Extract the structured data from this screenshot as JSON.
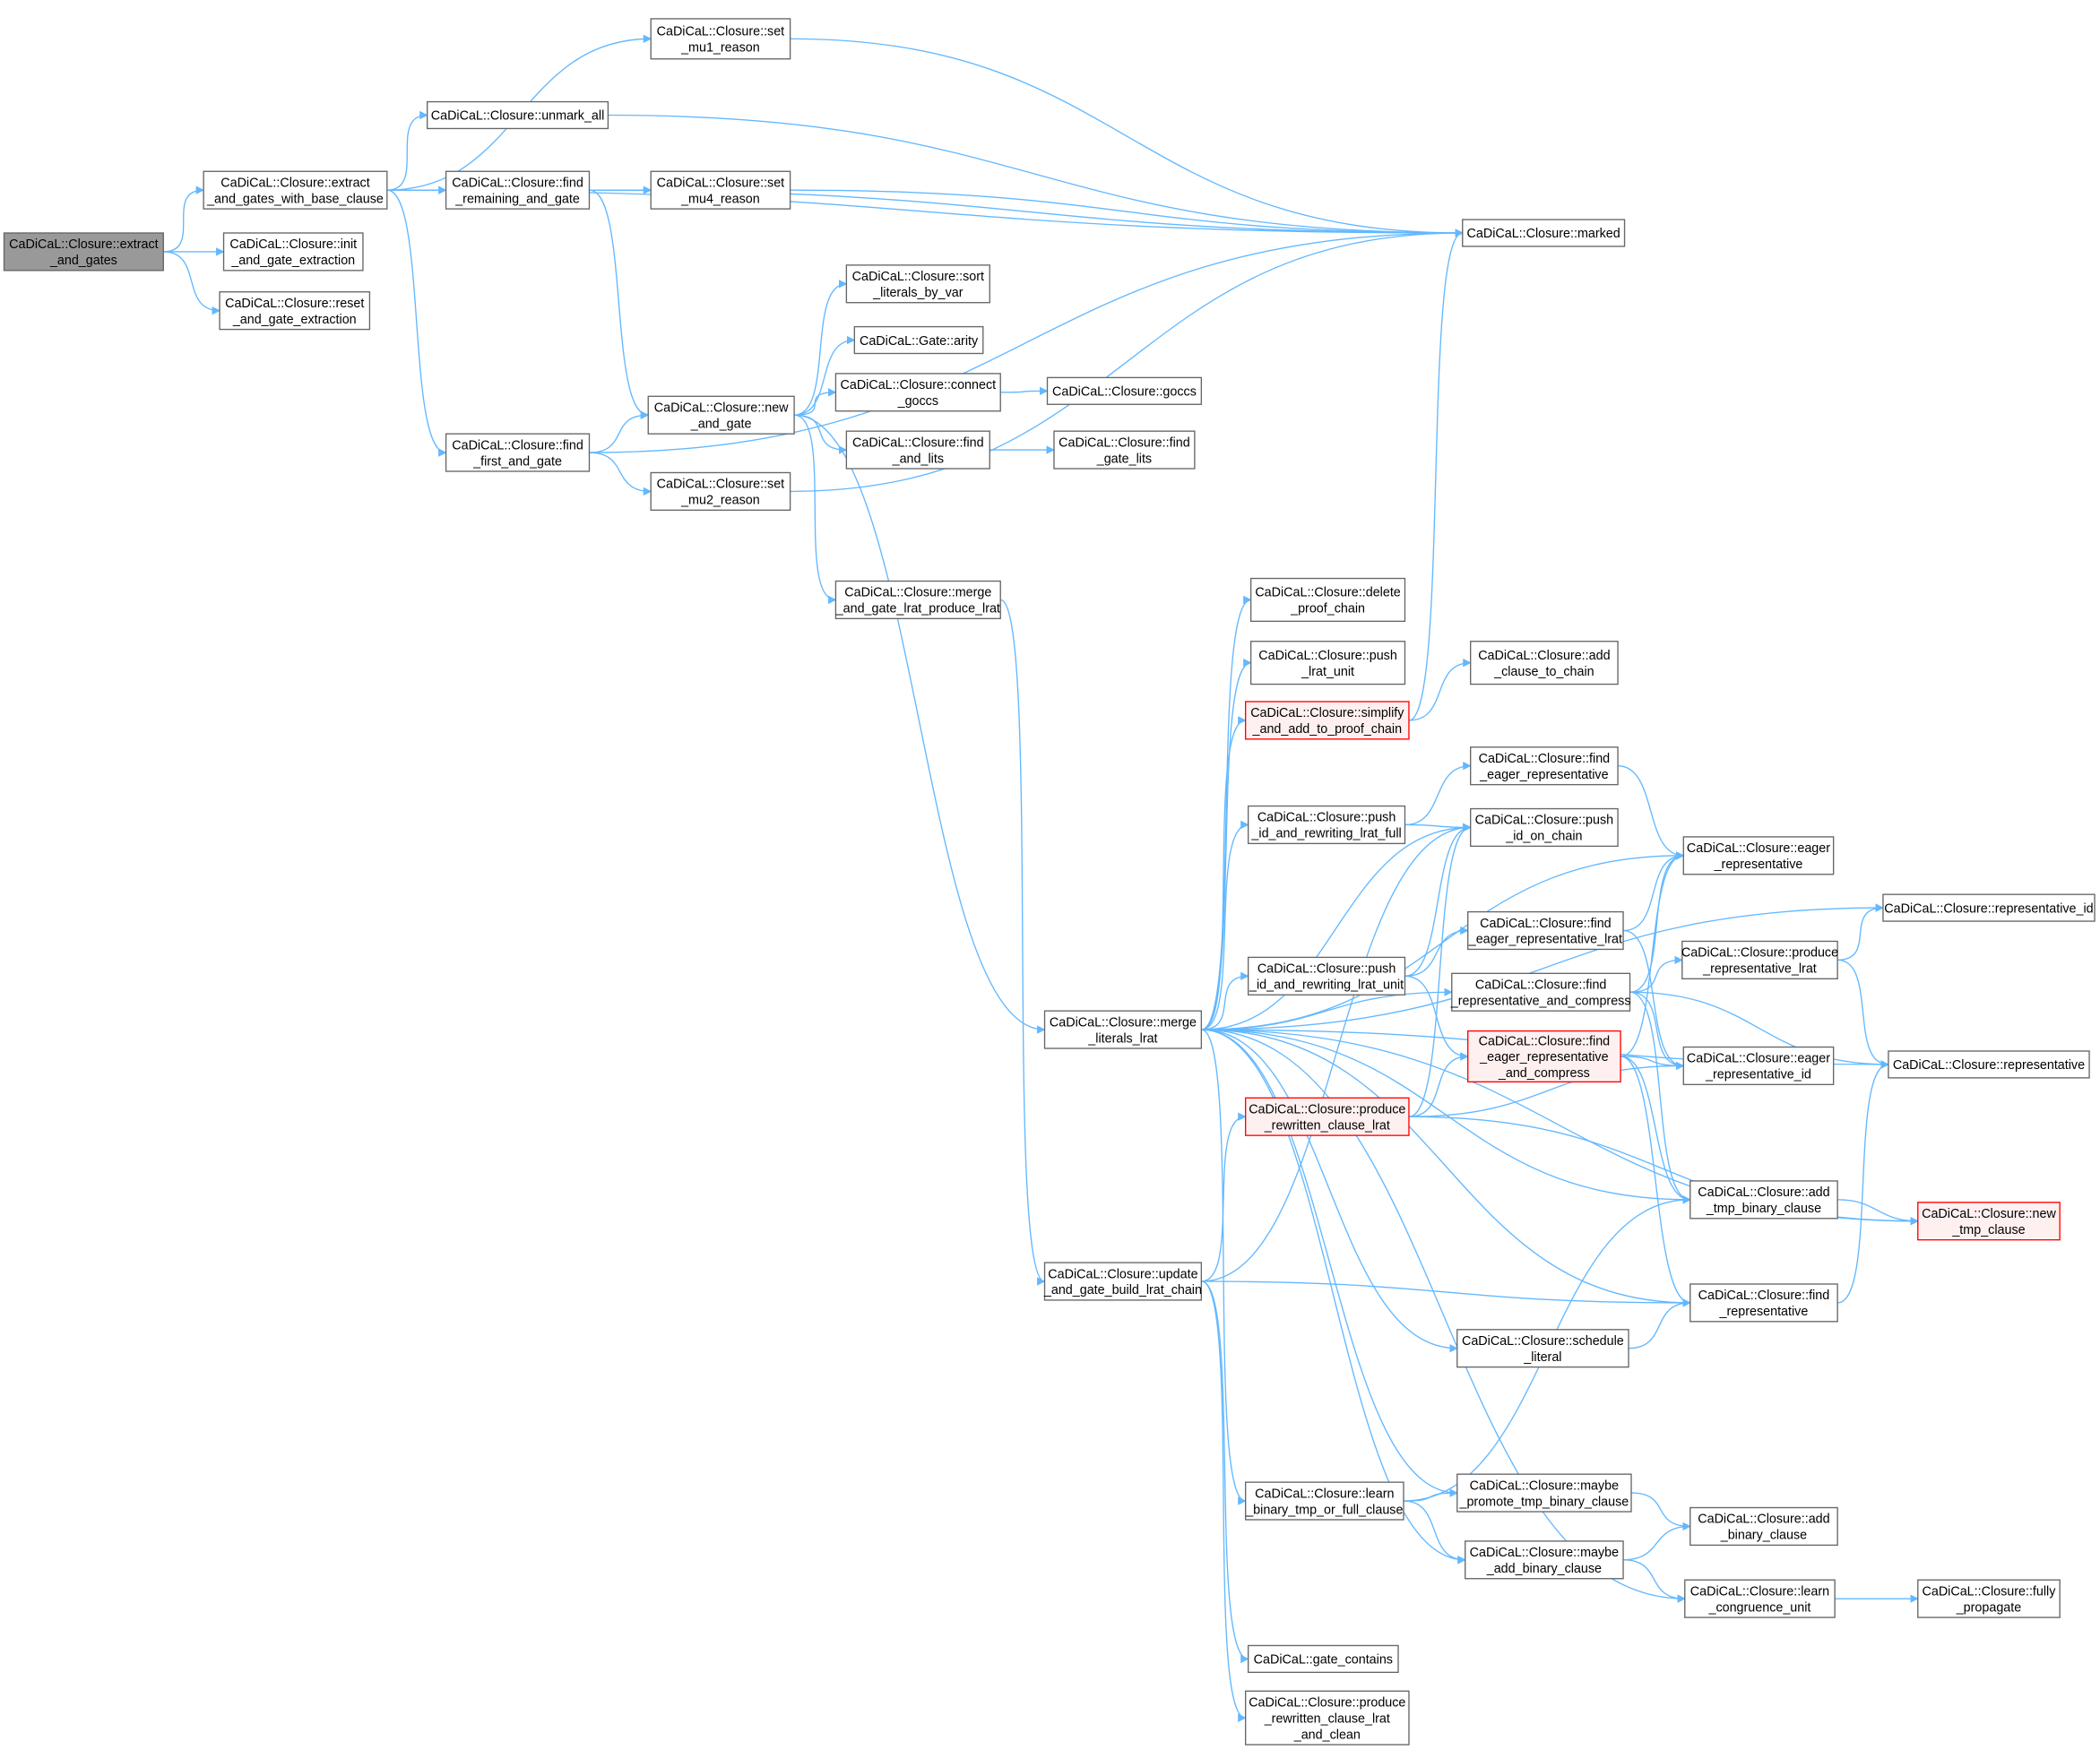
{
  "title": "Call graph of CaDiCaL::Closure::extract_and_gates",
  "colors": {
    "edge": "#63b8ff",
    "root_fill": "#999999",
    "highlight_border": "#ff0000",
    "highlight_fill": "#fff0f0",
    "node_border": "#666666"
  },
  "nodes": [
    {
      "id": "n1",
      "lines": [
        "CaDiCaL::Closure::extract",
        "_and_gates"
      ],
      "style": "root"
    },
    {
      "id": "n2",
      "lines": [
        "CaDiCaL::Closure::extract",
        "_and_gates_with_base_clause"
      ]
    },
    {
      "id": "n3",
      "lines": [
        "CaDiCaL::Closure::init",
        "_and_gate_extraction"
      ]
    },
    {
      "id": "n4",
      "lines": [
        "CaDiCaL::Closure::reset",
        "_and_gate_extraction"
      ]
    },
    {
      "id": "n5",
      "lines": [
        "CaDiCaL::Closure::set",
        "_mu1_reason"
      ]
    },
    {
      "id": "n6",
      "lines": [
        "CaDiCaL::Closure::unmark_all"
      ]
    },
    {
      "id": "n7",
      "lines": [
        "CaDiCaL::Closure::find",
        "_remaining_and_gate"
      ]
    },
    {
      "id": "n8",
      "lines": [
        "CaDiCaL::Closure::set",
        "_mu4_reason"
      ]
    },
    {
      "id": "n9",
      "lines": [
        "CaDiCaL::Closure::marked"
      ]
    },
    {
      "id": "n10",
      "lines": [
        "CaDiCaL::Closure::sort",
        "_literals_by_var"
      ]
    },
    {
      "id": "n11",
      "lines": [
        "CaDiCaL::Gate::arity"
      ]
    },
    {
      "id": "n12",
      "lines": [
        "CaDiCaL::Closure::connect",
        "_goccs"
      ]
    },
    {
      "id": "n13",
      "lines": [
        "CaDiCaL::Closure::goccs"
      ]
    },
    {
      "id": "n14",
      "lines": [
        "CaDiCaL::Closure::new",
        "_and_gate"
      ]
    },
    {
      "id": "n15",
      "lines": [
        "CaDiCaL::Closure::find",
        "_and_lits"
      ]
    },
    {
      "id": "n16",
      "lines": [
        "CaDiCaL::Closure::find",
        "_gate_lits"
      ]
    },
    {
      "id": "n17",
      "lines": [
        "CaDiCaL::Closure::find",
        "_first_and_gate"
      ]
    },
    {
      "id": "n18",
      "lines": [
        "CaDiCaL::Closure::set",
        "_mu2_reason"
      ]
    },
    {
      "id": "n19",
      "lines": [
        "CaDiCaL::Closure::merge",
        "_and_gate_lrat_produce_lrat"
      ]
    },
    {
      "id": "n20",
      "lines": [
        "CaDiCaL::Closure::delete",
        "_proof_chain"
      ]
    },
    {
      "id": "n21",
      "lines": [
        "CaDiCaL::Closure::push",
        "_lrat_unit"
      ]
    },
    {
      "id": "n22",
      "lines": [
        "CaDiCaL::Closure::add",
        "_clause_to_chain"
      ]
    },
    {
      "id": "n23",
      "lines": [
        "CaDiCaL::Closure::simplify",
        "_and_add_to_proof_chain"
      ],
      "style": "red"
    },
    {
      "id": "n24",
      "lines": [
        "CaDiCaL::Closure::find",
        "_eager_representative"
      ]
    },
    {
      "id": "n25",
      "lines": [
        "CaDiCaL::Closure::push",
        "_id_and_rewriting_lrat_full"
      ]
    },
    {
      "id": "n26",
      "lines": [
        "CaDiCaL::Closure::push",
        "_id_on_chain"
      ]
    },
    {
      "id": "n27",
      "lines": [
        "CaDiCaL::Closure::eager",
        "_representative"
      ]
    },
    {
      "id": "n28",
      "lines": [
        "CaDiCaL::Closure::representative_id"
      ]
    },
    {
      "id": "n29",
      "lines": [
        "CaDiCaL::Closure::find",
        "_eager_representative_lrat"
      ]
    },
    {
      "id": "n30",
      "lines": [
        "CaDiCaL::Closure::push",
        "_id_and_rewriting_lrat_unit"
      ]
    },
    {
      "id": "n31",
      "lines": [
        "CaDiCaL::Closure::produce",
        "_representative_lrat"
      ]
    },
    {
      "id": "n32",
      "lines": [
        "CaDiCaL::Closure::find",
        "_representative_and_compress"
      ]
    },
    {
      "id": "n33",
      "lines": [
        "CaDiCaL::Closure::merge",
        "_literals_lrat"
      ]
    },
    {
      "id": "n34",
      "lines": [
        "CaDiCaL::Closure::find",
        "_eager_representative",
        "_and_compress"
      ],
      "style": "red"
    },
    {
      "id": "n35",
      "lines": [
        "CaDiCaL::Closure::eager",
        "_representative_id"
      ]
    },
    {
      "id": "n36",
      "lines": [
        "CaDiCaL::Closure::representative"
      ]
    },
    {
      "id": "n37",
      "lines": [
        "CaDiCaL::Closure::produce",
        "_rewritten_clause_lrat"
      ],
      "style": "red"
    },
    {
      "id": "n38",
      "lines": [
        "CaDiCaL::Closure::add",
        "_tmp_binary_clause"
      ]
    },
    {
      "id": "n39",
      "lines": [
        "CaDiCaL::Closure::new",
        "_tmp_clause"
      ],
      "style": "red"
    },
    {
      "id": "n40",
      "lines": [
        "CaDiCaL::Closure::update",
        "_and_gate_build_lrat_chain"
      ]
    },
    {
      "id": "n41",
      "lines": [
        "CaDiCaL::Closure::find",
        "_representative"
      ]
    },
    {
      "id": "n42",
      "lines": [
        "CaDiCaL::Closure::schedule",
        "_literal"
      ]
    },
    {
      "id": "n43",
      "lines": [
        "CaDiCaL::Closure::learn",
        "_binary_tmp_or_full_clause"
      ]
    },
    {
      "id": "n44",
      "lines": [
        "CaDiCaL::Closure::maybe",
        "_promote_tmp_binary_clause"
      ]
    },
    {
      "id": "n45",
      "lines": [
        "CaDiCaL::Closure::add",
        "_binary_clause"
      ]
    },
    {
      "id": "n46",
      "lines": [
        "CaDiCaL::Closure::maybe",
        "_add_binary_clause"
      ]
    },
    {
      "id": "n47",
      "lines": [
        "CaDiCaL::Closure::learn",
        "_congruence_unit"
      ]
    },
    {
      "id": "n48",
      "lines": [
        "CaDiCaL::Closure::fully",
        "_propagate"
      ]
    },
    {
      "id": "n49",
      "lines": [
        "CaDiCaL::gate_contains"
      ]
    },
    {
      "id": "n50",
      "lines": [
        "CaDiCaL::Closure::produce",
        "_rewritten_clause_lrat",
        "_and_clean"
      ]
    }
  ],
  "edges": [
    [
      "n1",
      "n2"
    ],
    [
      "n1",
      "n3"
    ],
    [
      "n1",
      "n4"
    ],
    [
      "n2",
      "n5"
    ],
    [
      "n2",
      "n6"
    ],
    [
      "n2",
      "n7"
    ],
    [
      "n2",
      "n9"
    ],
    [
      "n2",
      "n17"
    ],
    [
      "n5",
      "n9"
    ],
    [
      "n6",
      "n9"
    ],
    [
      "n7",
      "n9"
    ],
    [
      "n7",
      "n8"
    ],
    [
      "n8",
      "n9"
    ],
    [
      "n7",
      "n14"
    ],
    [
      "n17",
      "n14"
    ],
    [
      "n17",
      "n18"
    ],
    [
      "n17",
      "n9"
    ],
    [
      "n18",
      "n9"
    ],
    [
      "n14",
      "n10"
    ],
    [
      "n14",
      "n11"
    ],
    [
      "n14",
      "n12"
    ],
    [
      "n14",
      "n15"
    ],
    [
      "n14",
      "n19"
    ],
    [
      "n14",
      "n33"
    ],
    [
      "n12",
      "n13"
    ],
    [
      "n15",
      "n16"
    ],
    [
      "n19",
      "n40"
    ],
    [
      "n33",
      "n20"
    ],
    [
      "n33",
      "n21"
    ],
    [
      "n33",
      "n23"
    ],
    [
      "n33",
      "n25"
    ],
    [
      "n33",
      "n26"
    ],
    [
      "n33",
      "n28"
    ],
    [
      "n33",
      "n30"
    ],
    [
      "n33",
      "n32"
    ],
    [
      "n33",
      "n36"
    ],
    [
      "n33",
      "n39"
    ],
    [
      "n33",
      "n41"
    ],
    [
      "n33",
      "n42"
    ],
    [
      "n33",
      "n43"
    ],
    [
      "n33",
      "n44"
    ],
    [
      "n33",
      "n46"
    ],
    [
      "n33",
      "n47"
    ],
    [
      "n33",
      "n38"
    ],
    [
      "n33",
      "n27"
    ],
    [
      "n40",
      "n37"
    ],
    [
      "n40",
      "n26"
    ],
    [
      "n40",
      "n41"
    ],
    [
      "n40",
      "n49"
    ],
    [
      "n40",
      "n50"
    ],
    [
      "n23",
      "n22"
    ],
    [
      "n23",
      "n9"
    ],
    [
      "n25",
      "n24"
    ],
    [
      "n25",
      "n26"
    ],
    [
      "n24",
      "n27"
    ],
    [
      "n30",
      "n26"
    ],
    [
      "n30",
      "n29"
    ],
    [
      "n30",
      "n34"
    ],
    [
      "n29",
      "n27"
    ],
    [
      "n29",
      "n35"
    ],
    [
      "n32",
      "n31"
    ],
    [
      "n32",
      "n27"
    ],
    [
      "n32",
      "n35"
    ],
    [
      "n32",
      "n36"
    ],
    [
      "n32",
      "n38"
    ],
    [
      "n34",
      "n35"
    ],
    [
      "n34",
      "n38"
    ],
    [
      "n34",
      "n41"
    ],
    [
      "n34",
      "n27"
    ],
    [
      "n31",
      "n28"
    ],
    [
      "n31",
      "n36"
    ],
    [
      "n37",
      "n34"
    ],
    [
      "n37",
      "n35"
    ],
    [
      "n37",
      "n39"
    ],
    [
      "n37",
      "n26"
    ],
    [
      "n38",
      "n39"
    ],
    [
      "n41",
      "n36"
    ],
    [
      "n42",
      "n41"
    ],
    [
      "n43",
      "n38"
    ],
    [
      "n43",
      "n44"
    ],
    [
      "n43",
      "n46"
    ],
    [
      "n44",
      "n45"
    ],
    [
      "n46",
      "n45"
    ],
    [
      "n46",
      "n47"
    ],
    [
      "n47",
      "n48"
    ]
  ]
}
